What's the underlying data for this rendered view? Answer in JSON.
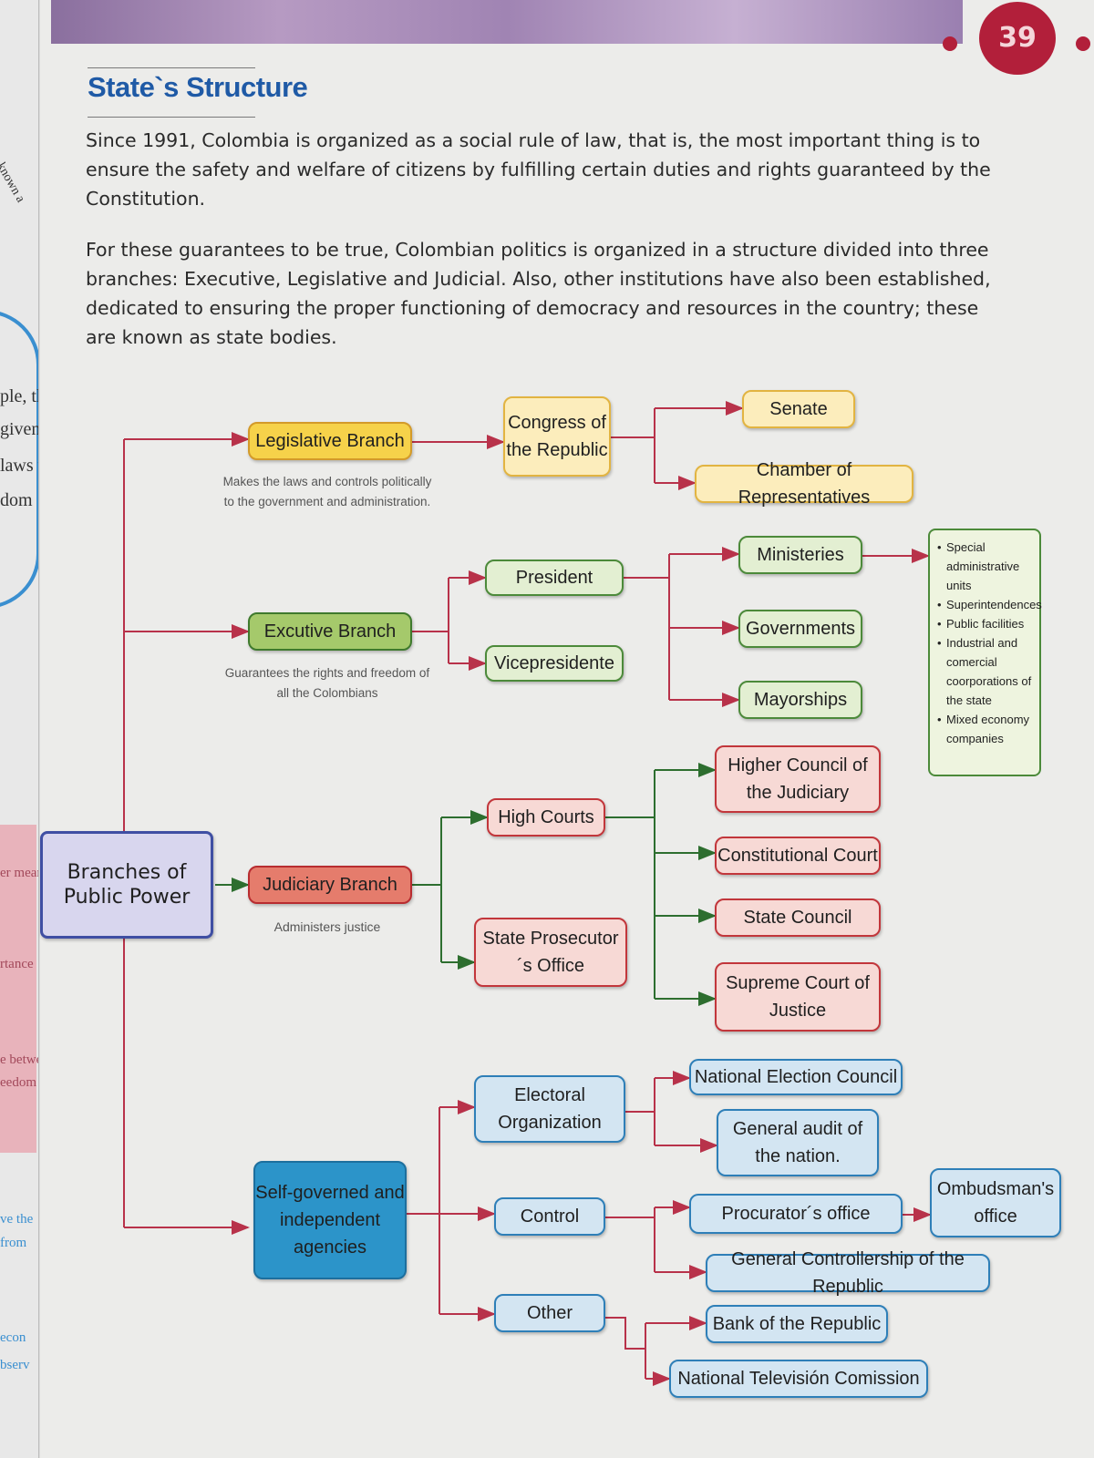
{
  "page": {
    "number": "39",
    "title": "State`s Structure",
    "paragraphs": [
      "Since 1991, Colombia is organized as a social rule of law, that is, the most important thing is to ensure the safety and welfare of citizens by fulfilling certain duties and rights guaranteed by the Constitution.",
      "For these guarantees to be true, Colombian politics is organized in a structure divided into three branches: Executive, Legislative and Judicial. Also, other institutions have also been established, dedicated to ensuring the proper functioning of democracy and resources in the country; these are known as state bodies."
    ]
  },
  "left_page_fragments": [
    "known a",
    "ple, the",
    "given u",
    "laws w",
    "dom",
    "er mean",
    "rtance",
    "e betwe",
    "eedom",
    "ve the",
    "from",
    "econ",
    "bserv"
  ],
  "diagram": {
    "root": "Branches of Public Power",
    "legislative": {
      "label": "Legislative Branch",
      "desc": "Makes the laws and controls politically to the government and administration.",
      "congress": "Congress of the Republic",
      "senate": "Senate",
      "chamber": "Chamber of Representatives"
    },
    "executive": {
      "label": "Excutive Branch",
      "desc": "Guarantees the rights and freedom of all the Colombians",
      "president": "President",
      "vicepresident": "Vicepresidente",
      "ministeries": "Ministeries",
      "governments": "Governments",
      "mayorships": "Mayorships",
      "entities": [
        "Special administrative units",
        "Superintendences",
        "Public facilities",
        "Industrial and comercial coorporations of the state",
        "Mixed economy companies"
      ]
    },
    "judiciary": {
      "label": "Judiciary Branch",
      "desc": "Administers justice",
      "high_courts": "High Courts",
      "prosecutor": "State Prosecutor´s Office",
      "higher_council": "Higher Council of the Judiciary",
      "constitutional_court": "Constitutional Court",
      "state_council": "State Council",
      "supreme_court": "Supreme Court of Justice"
    },
    "agencies": {
      "label": "Self-governed and independent agencies",
      "electoral": "Electoral Organization",
      "control": "Control",
      "other": "Other",
      "national_election_council": "National Election Council",
      "general_audit": "General audit of the nation.",
      "procurator": "Procurator´s office",
      "ombudsman": "Ombudsman's office",
      "comptroller": "General Controllership of the Republic",
      "bank": "Bank of the Republic",
      "television": "National Televisión Comission"
    }
  },
  "colors": {
    "legislative_line": "#b8324a",
    "executive_line": "#b8324a",
    "judiciary_line": "#2d6e2f",
    "agencies_line": "#b8324a",
    "root_border": "#3f4fa3",
    "title_blue": "#1f5aa6",
    "badge_red": "#b21f3a"
  }
}
